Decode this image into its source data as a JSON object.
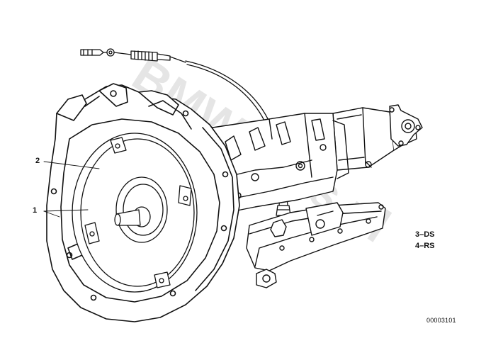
{
  "callouts": {
    "part_1": "1",
    "part_2": "2"
  },
  "variants": {
    "line_1": "3–DS",
    "line_2": "4–RS"
  },
  "watermark": "BMWparts.pl",
  "catalog_number": "00003101",
  "colors": {
    "ink": "#111111",
    "paper": "#ffffff",
    "watermark": "#c8c8c8"
  }
}
